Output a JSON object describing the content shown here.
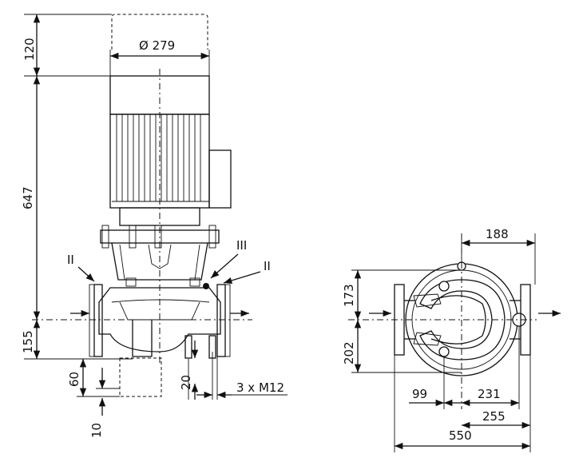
{
  "dimensions": {
    "d120": "120",
    "d279": "Ø 279",
    "d647": "647",
    "d155": "155",
    "d60": "60",
    "d10": "10",
    "d20": "20",
    "bolts": "3 x M12",
    "d188": "188",
    "d173": "173",
    "d202": "202",
    "d99": "99",
    "d231": "231",
    "d255": "255",
    "d550": "550"
  },
  "labels": {
    "port_left": "II",
    "port_right": "II",
    "port_vent": "III"
  }
}
